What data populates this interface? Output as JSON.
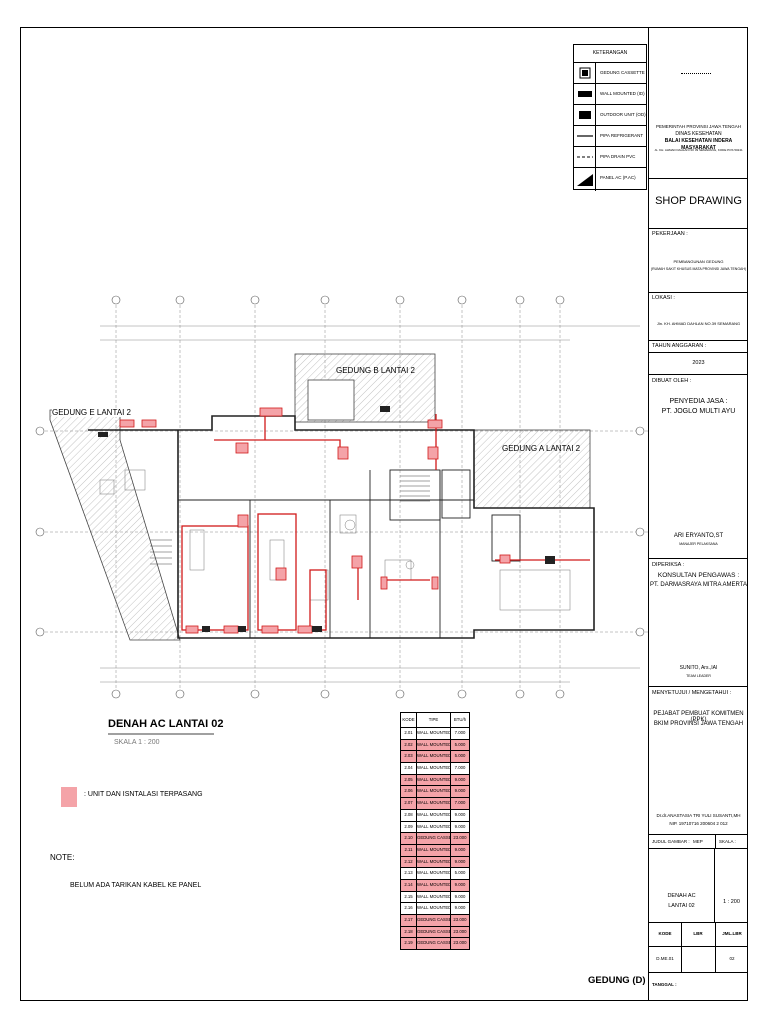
{
  "legend": {
    "title": "KETERANGAN",
    "items": [
      "GEDUNG CASSETTE",
      "WALL MOUNTED (ID)",
      "OUTDOOR UNIT (OD)",
      "PIPA REFRIGERANT",
      "PIPA DRAIN PVC",
      "PANEL AC (P.AC)"
    ]
  },
  "titleblock": {
    "org1": "PEMERINTAH PROVINSI JAWA TENGAH",
    "org2": "DINAS KESEHATAN",
    "org3": "BALAI KESEHATAN INDERA MASYARAKAT",
    "org4": "JL. KH. AHMAD DAHLAN NO 39 SEMARANG, KODE POS 50241",
    "title": "SHOP DRAWING",
    "pekerjaan_label": "PEKERJAAN :",
    "pekerjaan_1": "PEMBANGUNAN GEDUNG",
    "pekerjaan_2": "(RUMAH SAKIT KHUSUS MATA PROVINSI JAWA TENGAH)",
    "lokasi_label": "LOKASI :",
    "lokasi": "Jln. KH. AHMAD DAHLAN NO.39 SEMARANG",
    "tahun_label": "TAHUN ANGGARAN :",
    "tahun": "2023",
    "dibuat_label": "DIBUAT OLEH :",
    "penyedia": "PENYEDIA JASA :",
    "penyedia_name": "PT. JOGLO MULTI AYU",
    "signer1": "ARI ERYANTO,ST",
    "signer1_role": "MANAJER PELAKSANA",
    "diperiksa_label": "DIPERIKSA :",
    "konsultan": "KONSULTAN PENGAWAS :",
    "konsultan_name": "PT. DARMASRAYA MITRA AMERTA",
    "signer2": "SUNITO, Ars.,IAI",
    "signer2_role": "TEAM LEADER",
    "menyetujui_label": "MENYETUJUI / MENGETAHUI :",
    "ppk_1": "PEJABAT PEMBUAT KOMITMEN (PPK)",
    "ppk_2": "BKIM PROVINSI JAWA TENGAH",
    "signer3": "Dr.dr.ANASTASIA TRI YULI SUSANTI,MH",
    "signer3_nip": "NIP. 19710716 200604 2 012",
    "judul_label": "JUDUL GAMBAR :",
    "judul_tag": "MEP",
    "skala_label": "SKALA :",
    "judul_1": "DENAH AC",
    "judul_2": "LANTAI 02",
    "skala": "1 : 200",
    "kode_label": "KODE",
    "lbr_label": "LBR",
    "jml_label": "JML.LBR",
    "kode": "D.ME.01",
    "jml": "02",
    "tanggal_label": "TANGGAL :"
  },
  "plan": {
    "gedung_b": "GEDUNG B LANTAI 2",
    "gedung_e": "GEDUNG E LANTAI 2",
    "gedung_a": "GEDUNG A LANTAI 2",
    "plan_title": "DENAH AC LANTAI 02",
    "plan_scale": "SKALA 1 : 200",
    "marker_note": ": UNIT DAN ISNTALASI TERPASANG",
    "note_label": "NOTE:",
    "note_text": "BELUM  ADA TARIKAN KABEL KE PANEL",
    "gedung_label": "GEDUNG (D)",
    "marker_color": "#f4a3a8",
    "pipe_color": "#d11a1a"
  },
  "schedule": {
    "headers": [
      "KODE",
      "TIPE",
      "BTU/h"
    ],
    "rows": [
      [
        "2.01",
        "WALL MOUNTED",
        "7.000"
      ],
      [
        "2.02",
        "WALL MOUNTED",
        "5.000"
      ],
      [
        "2.03",
        "WALL MOUNTED",
        "5.000"
      ],
      [
        "2.04",
        "WALL MOUNTED",
        "7.000"
      ],
      [
        "2.05",
        "WALL MOUNTED",
        "9.000"
      ],
      [
        "2.06",
        "WALL MOUNTED",
        "9.000"
      ],
      [
        "2.07",
        "WALL MOUNTED",
        "7.000"
      ],
      [
        "2.08",
        "WALL MOUNTED",
        "9.000"
      ],
      [
        "2.09",
        "WALL MOUNTED",
        "9.000"
      ],
      [
        "2.10",
        "GEDUNG CASSETTE",
        "23.000"
      ],
      [
        "2.11",
        "WALL MOUNTED",
        "9.000"
      ],
      [
        "2.12",
        "WALL MOUNTED",
        "9.000"
      ],
      [
        "2.13",
        "WALL MOUNTED",
        "5.000"
      ],
      [
        "2.14",
        "WALL MOUNTED",
        "9.000"
      ],
      [
        "2.15",
        "WALL MOUNTED",
        "9.000"
      ],
      [
        "2.16",
        "WALL MOUNTED",
        "9.000"
      ],
      [
        "2.17",
        "GEDUNG CASSETTE",
        "23.000"
      ],
      [
        "2.18",
        "GEDUNG CASSETTE",
        "23.000"
      ],
      [
        "2.19",
        "GEDUNG CASSETTE",
        "23.000"
      ]
    ],
    "highlighted": [
      1,
      2,
      4,
      5,
      6,
      9,
      10,
      11,
      13,
      16,
      17,
      18
    ]
  }
}
